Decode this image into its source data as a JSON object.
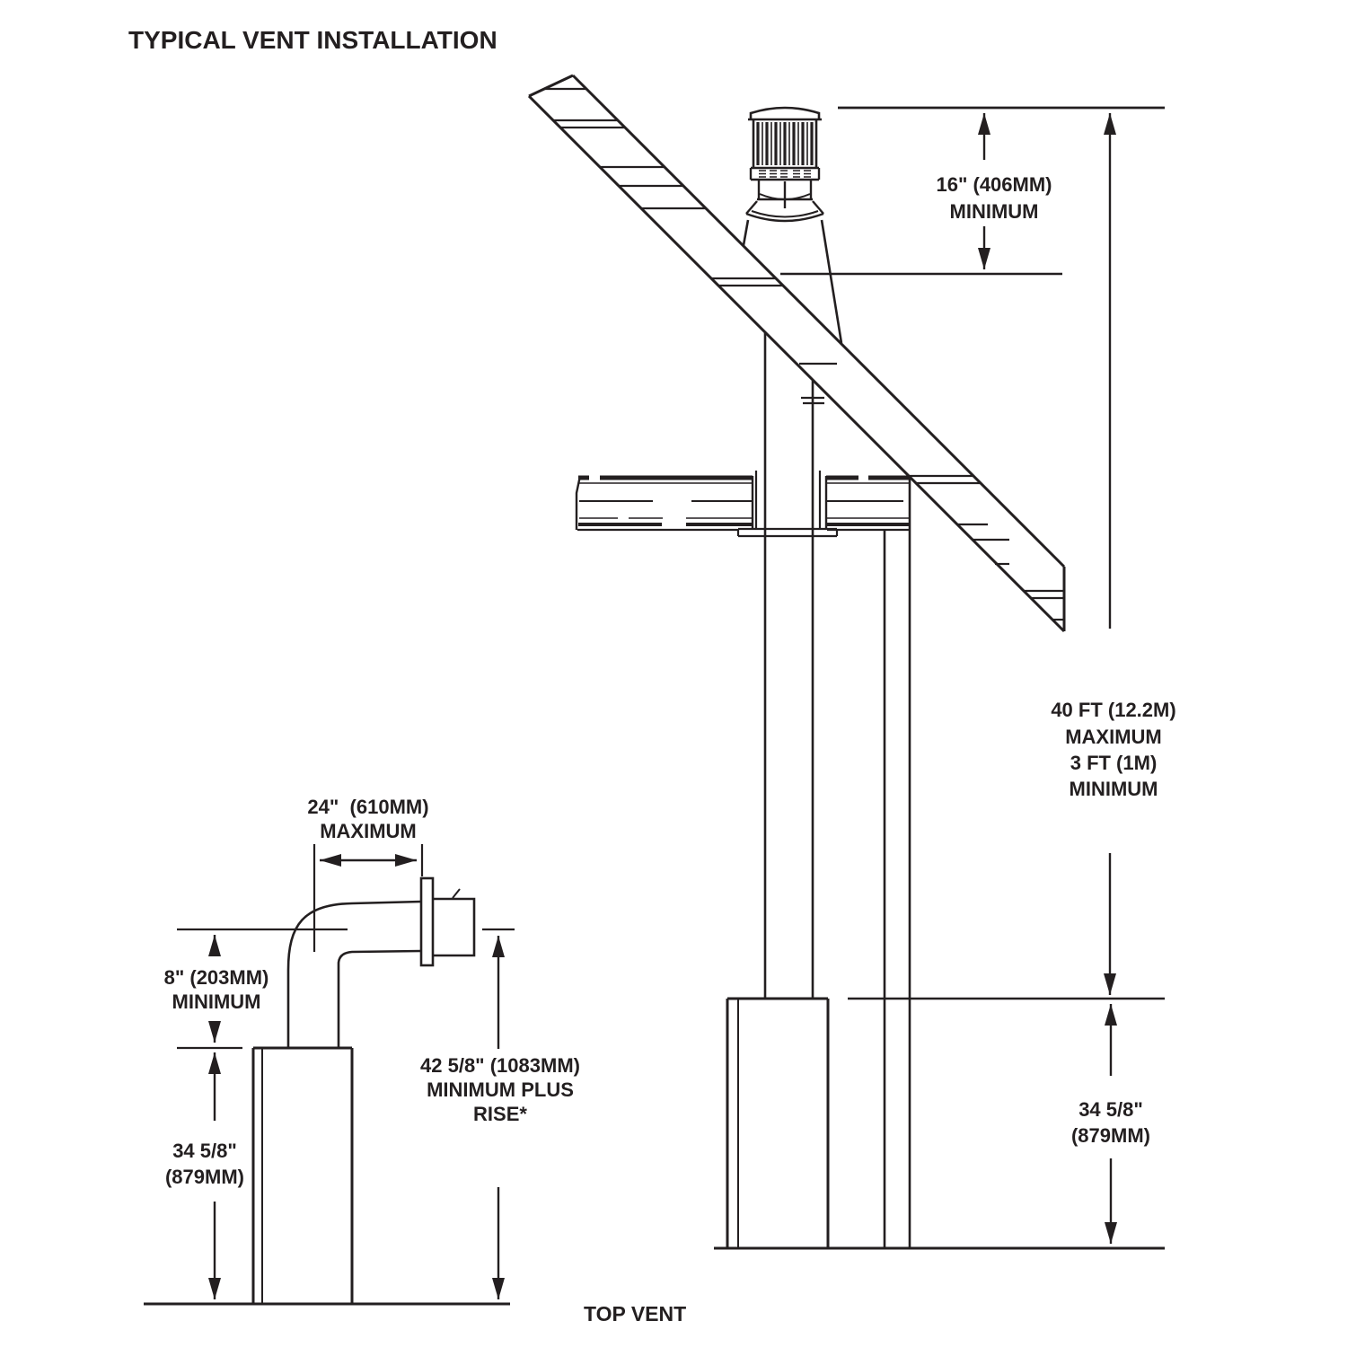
{
  "title": "TYPICAL VENT INSTALLATION",
  "caption": "TOP VENT",
  "colors": {
    "line": "#231f20",
    "background": "#ffffff"
  },
  "dimensions": {
    "cap_height_min": {
      "line1": "16\" (406MM)",
      "line2": "MINIMUM"
    },
    "total_vent": {
      "line1": "40 FT (12.2M)",
      "line2": "MAXIMUM",
      "line3": "3 FT (1M)",
      "line4": "MINIMUM"
    },
    "fireplace_right_height": {
      "line1": "34 5/8\"",
      "line2": "(879MM)"
    },
    "horizontal_run_max": {
      "line1": "24\"  (610MM)",
      "line2": "MAXIMUM"
    },
    "rise_min": {
      "line1": "8\" (203MM)",
      "line2": "MINIMUM"
    },
    "min_plus_rise": {
      "line1": "42 5/8\" (1083MM)",
      "line2": "MINIMUM PLUS",
      "line3": "RISE*"
    },
    "fireplace_left_height": {
      "line1": "34 5/8\"",
      "line2": "(879MM)"
    }
  }
}
